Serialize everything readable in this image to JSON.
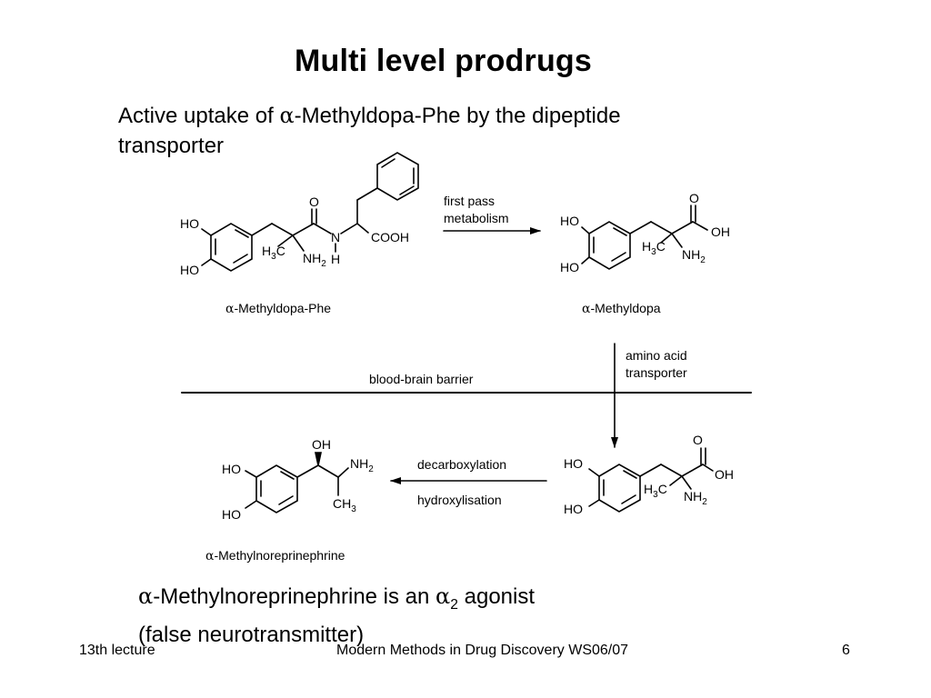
{
  "slide": {
    "title": "Multi level prodrugs",
    "subtitle_text": "-Methyldopa-Phe by the dipeptide",
    "subtitle_prefix": "Active uptake of ",
    "subtitle_line2": "transporter",
    "alpha_symbol": "α"
  },
  "diagram": {
    "compounds": {
      "methyldopa_phe": "-Methyldopa-Phe",
      "methyldopa": "-Methyldopa",
      "methylnorepinephrine": "-Methylnoreprinephrine"
    },
    "arrows": {
      "first_pass_line1": "first pass",
      "first_pass_line2": "metabolism",
      "amino_line1": "amino acid",
      "amino_line2": "transporter",
      "decarboxylation": "decarboxylation",
      "hydroxylisation": "hydroxylisation"
    },
    "barrier_label": "blood-brain barrier",
    "atoms": {
      "ho": "HO",
      "oh": "OH",
      "o": "O",
      "n": "N",
      "h": "H",
      "c": "C",
      "cooh": "COOH",
      "nh": "NH",
      "two": "2",
      "three": "3"
    }
  },
  "note": {
    "line1_part1": "-Methylnoreprinephrine is an ",
    "line1_sub": "2",
    "line1_part2": " agonist",
    "line2": "(false neurotransmitter)"
  },
  "footer": {
    "left": "13th lecture",
    "center": "Modern Methods in Drug Discovery WS06/07",
    "page": "6"
  }
}
